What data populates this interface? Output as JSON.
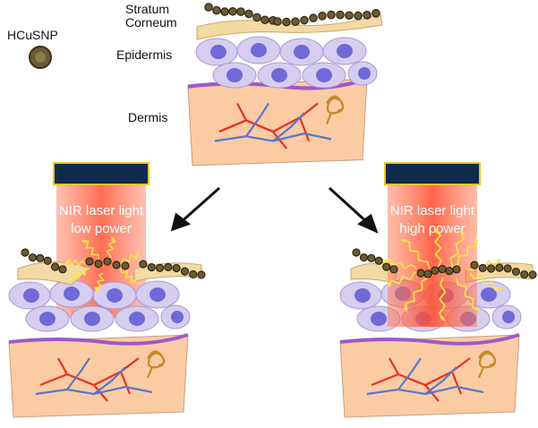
{
  "legend": {
    "particle_label": "HCuSNP"
  },
  "layers": {
    "stratum_line1": "Stratum",
    "stratum_line2": "Corneum",
    "epidermis": "Epidermis",
    "dermis": "Dermis"
  },
  "left_panel": {
    "line1": "NIR laser light",
    "line2": "low power"
  },
  "right_panel": {
    "line1": "NIR laser light",
    "line2": "high power"
  },
  "colors": {
    "dermis": "#fbcba4",
    "cell_fill": "#d6cdf0",
    "nucleus": "#6f6ad8",
    "membrane": "#9b5bc7",
    "stratum": "#f3d9a4",
    "particle": "#6b5a35",
    "laser_source": "#0f2a4a",
    "laser_border": "#e8c42a",
    "laser_beam": "#ff5a3c",
    "heat": "#ffe24a",
    "vessel_red": "#e5321e",
    "vessel_blue": "#5a78c8",
    "gland": "#c7882b"
  }
}
